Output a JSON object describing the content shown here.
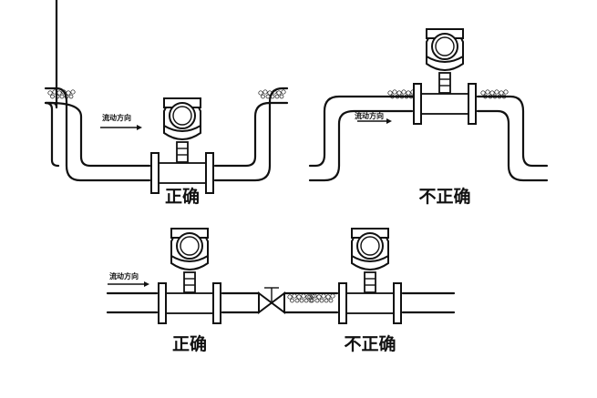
{
  "labels": {
    "flow_direction": "流动方向",
    "correct": "正确",
    "incorrect": "不正确"
  },
  "diagram_a": {
    "flow_label": "流动方向",
    "result": "正确"
  },
  "diagram_b": {
    "flow_label": "流动方向",
    "result": "不正确"
  },
  "diagram_c": {
    "flow_label": "流动方向",
    "result_left": "正确",
    "result_right": "不正确"
  },
  "colors": {
    "ink": "#111111",
    "background": "#ffffff"
  },
  "icons": [
    "flowmeter-icon",
    "gate-valve-icon",
    "air-bubble-icon",
    "flow-arrow-icon"
  ]
}
